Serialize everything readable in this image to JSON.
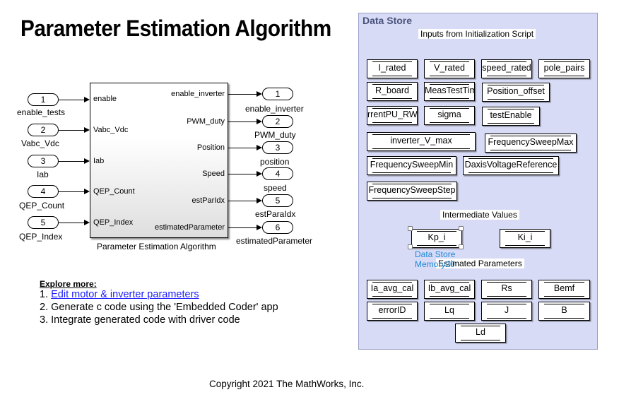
{
  "title": "Parameter Estimation Algorithm",
  "inports": [
    {
      "num": "1",
      "label": "enable_tests",
      "sub_port": "enable"
    },
    {
      "num": "2",
      "label": "Vabc_Vdc",
      "sub_port": "Vabc_Vdc"
    },
    {
      "num": "3",
      "label": "Iab",
      "sub_port": "Iab"
    },
    {
      "num": "4",
      "label": "QEP_Count",
      "sub_port": "QEP_Count"
    },
    {
      "num": "5",
      "label": "QEP_Index",
      "sub_port": "QEP_Index"
    }
  ],
  "outports": [
    {
      "num": "1",
      "label": "enable_inverter",
      "sub_port": "enable_inverter"
    },
    {
      "num": "2",
      "label": "PWM_duty",
      "sub_port": "PWM_duty"
    },
    {
      "num": "3",
      "label": "position",
      "sub_port": "Position"
    },
    {
      "num": "4",
      "label": "speed",
      "sub_port": "Speed"
    },
    {
      "num": "5",
      "label": "estParaIdx",
      "sub_port": "estParIdx"
    },
    {
      "num": "6",
      "label": "estimatedParameter",
      "sub_port": "estimatedParameter"
    }
  ],
  "subsystem": {
    "caption": "Parameter Estimation Algorithm"
  },
  "explore": {
    "heading": "Explore more:",
    "items": [
      {
        "prefix": "1. ",
        "text": "Edit motor & inverter parameters"
      },
      {
        "prefix": "2. ",
        "text": "Generate c code using the 'Embedded Coder' app"
      },
      {
        "prefix": "3. ",
        "text": "Integrate generated code with driver code"
      }
    ]
  },
  "data_store": {
    "title": "Data Store",
    "sections": {
      "inputs": "Inputs from Initialization Script",
      "intermediate": "Intermediate Values",
      "estimated": "Estimated Parameters"
    },
    "inputs": [
      "I_rated",
      "V_rated",
      "speed_rated",
      "pole_pairs",
      "R_board",
      "MeasTestTim",
      "Position_offset",
      "rrentPU_RW",
      "sigma",
      "testEnable",
      "inverter_V_max",
      "FrequencySweepMax",
      "FrequencySweepMin",
      "DaxisVoltageReference",
      "FrequencySweepStep"
    ],
    "intermediate": [
      "Kp_i",
      "Ki_i"
    ],
    "selected_caption": "Data Store Memory20",
    "estimated": [
      "Ia_avg_cal",
      "Ib_avg_cal",
      "Rs",
      "Bemf",
      "errorID",
      "Lq",
      "J",
      "B",
      "Ld"
    ]
  },
  "copyright": "Copyright 2021 The MathWorks, Inc."
}
